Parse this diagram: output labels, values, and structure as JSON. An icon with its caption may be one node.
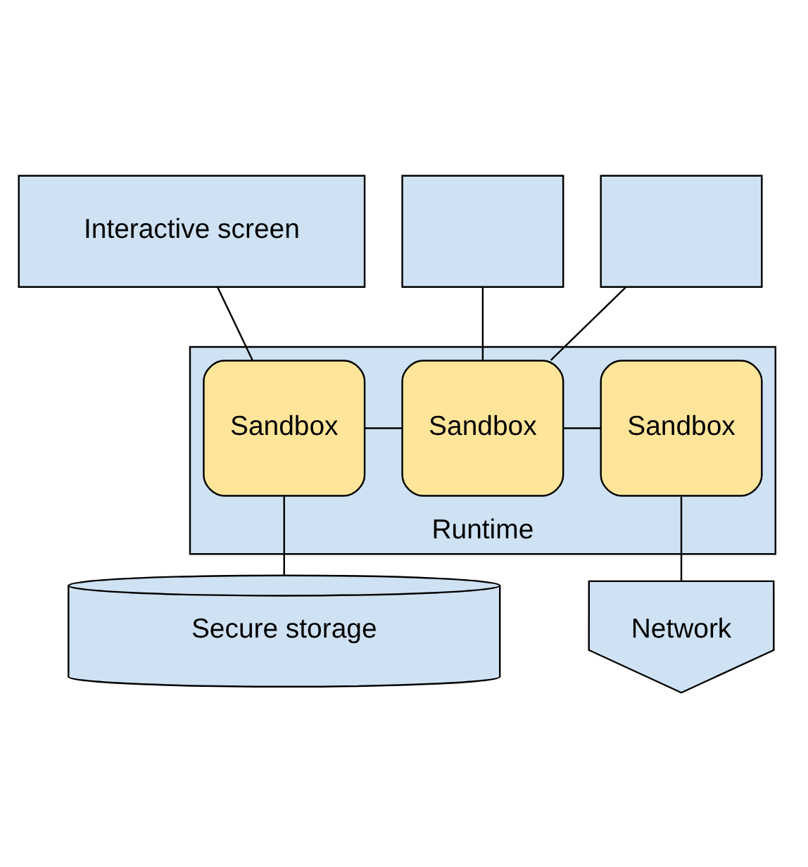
{
  "diagram": {
    "nodes": [
      {
        "text": [
          "Interactive screen"
        ]
      },
      {
        "text": [],
        "shape": "box"
      },
      {
        "text": [],
        "shape": "box"
      },
      {
        "text": [
          "Runtime"
        ]
      },
      {
        "text": [
          "Sandbox"
        ],
        "in": 3
      },
      {
        "text": [
          "Sandbox"
        ],
        "in": 3
      },
      {
        "text": [
          "Sandbox"
        ],
        "in": 3
      },
      {
        "text": [
          "Secure storage"
        ]
      },
      {
        "text": [
          "Network"
        ]
      }
    ],
    "edges": [
      {
        "from": 0,
        "to": 4,
        "arrow": "none"
      },
      {
        "from": 1,
        "to": 5,
        "arrow": "none"
      },
      {
        "from": 2,
        "to": 5,
        "arrow": "none"
      },
      {
        "from": 4,
        "to": 5,
        "arrow": "none"
      },
      {
        "from": 5,
        "to": 6,
        "arrow": "none"
      },
      {
        "from": 4,
        "to": 7,
        "arrow": "none"
      },
      {
        "from": 6,
        "to": 8,
        "arrow": "none"
      }
    ]
  }
}
